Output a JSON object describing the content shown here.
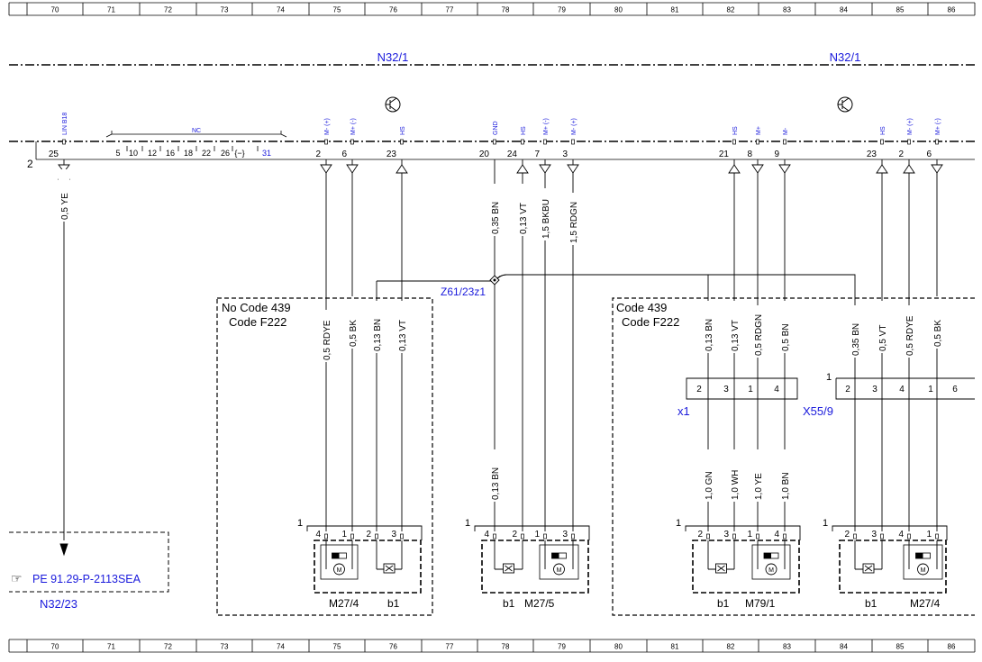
{
  "ruler": {
    "top_numbers": [
      "70",
      "71",
      "72",
      "73",
      "74",
      "75",
      "76",
      "77",
      "78",
      "79",
      "80",
      "81",
      "82",
      "83",
      "84",
      "85",
      "86"
    ],
    "bottom_numbers": [
      "70",
      "71",
      "72",
      "73",
      "74",
      "75",
      "76",
      "77",
      "78",
      "79",
      "80",
      "81",
      "82",
      "83",
      "84",
      "85",
      "86"
    ]
  },
  "modules": {
    "left_module_label": "N32/1",
    "right_module_label": "N32/1",
    "row_number": "2"
  },
  "connector": {
    "pins_lin": {
      "number": "25",
      "signal": "LIN B18"
    },
    "nc_label": "NC",
    "nc_pins": [
      "5",
      "10",
      "12",
      "16",
      "18",
      "22",
      "26"
    ],
    "nc_extra_pin": "31",
    "pins": [
      {
        "number": "2",
        "signal": "M- (+)"
      },
      {
        "number": "6",
        "signal": "M+ (-)"
      },
      {
        "number": "23",
        "signal": "HS"
      },
      {
        "number": "20",
        "signal": "GND"
      },
      {
        "number": "24",
        "signal": "HS"
      },
      {
        "number": "7",
        "signal": "M+ (-)"
      },
      {
        "number": "3",
        "signal": "M- (+)"
      },
      {
        "number": "21",
        "signal": "HS"
      },
      {
        "number": "8",
        "signal": "M+"
      },
      {
        "number": "9",
        "signal": "M-"
      },
      {
        "number": "23",
        "signal": "HS"
      },
      {
        "number": "2",
        "signal": "M- (+)"
      },
      {
        "number": "6",
        "signal": "M+ (-)"
      }
    ]
  },
  "wires": {
    "w_lin": "0,5 YE",
    "w_gnd": "0,35 BN",
    "w_24": "0,13 VT",
    "w_7": "1,5 BKBU",
    "w_3": "1,5 RDGN",
    "w_left_1": "0,5 RDYE",
    "w_left_2": "0,5 BK",
    "w_left_3": "0,13 BN",
    "w_left_4": "0,13 VT",
    "w_mid_bn": "0,13 BN",
    "w_r1": "0,13 BN",
    "w_r2": "0,13 VT",
    "w_r3": "0,5 RDGN",
    "w_r4": "0,5 BN",
    "w_r5": "0,35 BN",
    "w_r6": "0,5 VT",
    "w_r7": "0,5 RDYE",
    "w_r8": "0,5 BK",
    "w_x1": "1,0 GN",
    "w_x2": "1,0 WH",
    "w_x3": "1,0 YE",
    "w_x4": "1,0 BN"
  },
  "splice_label": "Z61/23z1",
  "boxes": {
    "left_cond_1": "No  Code 439",
    "left_cond_2": "Code F222",
    "right_cond_1": "Code 439",
    "right_cond_2": "Code F222"
  },
  "connectors_inline": {
    "x1_label": "x1",
    "x55_label": "X55/9",
    "x1_pins": [
      "2",
      "3",
      "1",
      "4"
    ],
    "x55_marker": "1",
    "x55_pins": [
      "2",
      "3",
      "4",
      "1",
      "6"
    ]
  },
  "components": {
    "m27_4_left": {
      "name": "M27/4",
      "sub": "b1",
      "marker": "1",
      "pins": [
        "4",
        "1",
        "2",
        "3"
      ]
    },
    "m27_5": {
      "name": "M27/5",
      "sub": "b1",
      "marker": "1",
      "pins": [
        "4",
        "2",
        "1",
        "3"
      ]
    },
    "m79_1": {
      "name": "M79/1",
      "sub": "b1",
      "marker": "1",
      "pins": [
        "2",
        "3",
        "1",
        "4"
      ]
    },
    "m27_4_right": {
      "name": "M27/4",
      "sub": "b1",
      "marker": "1",
      "pins": [
        "2",
        "3",
        "4",
        "1"
      ]
    }
  },
  "reference": {
    "ref_text": "PE 91.29-P-2113SEA",
    "module": "N32/23"
  },
  "colors": {
    "line": "#000000",
    "label_blue": "#1a1adc"
  },
  "icons": {
    "reference_icon": "pointing-hand-icon",
    "transistor_icon": "transistor-icon"
  }
}
